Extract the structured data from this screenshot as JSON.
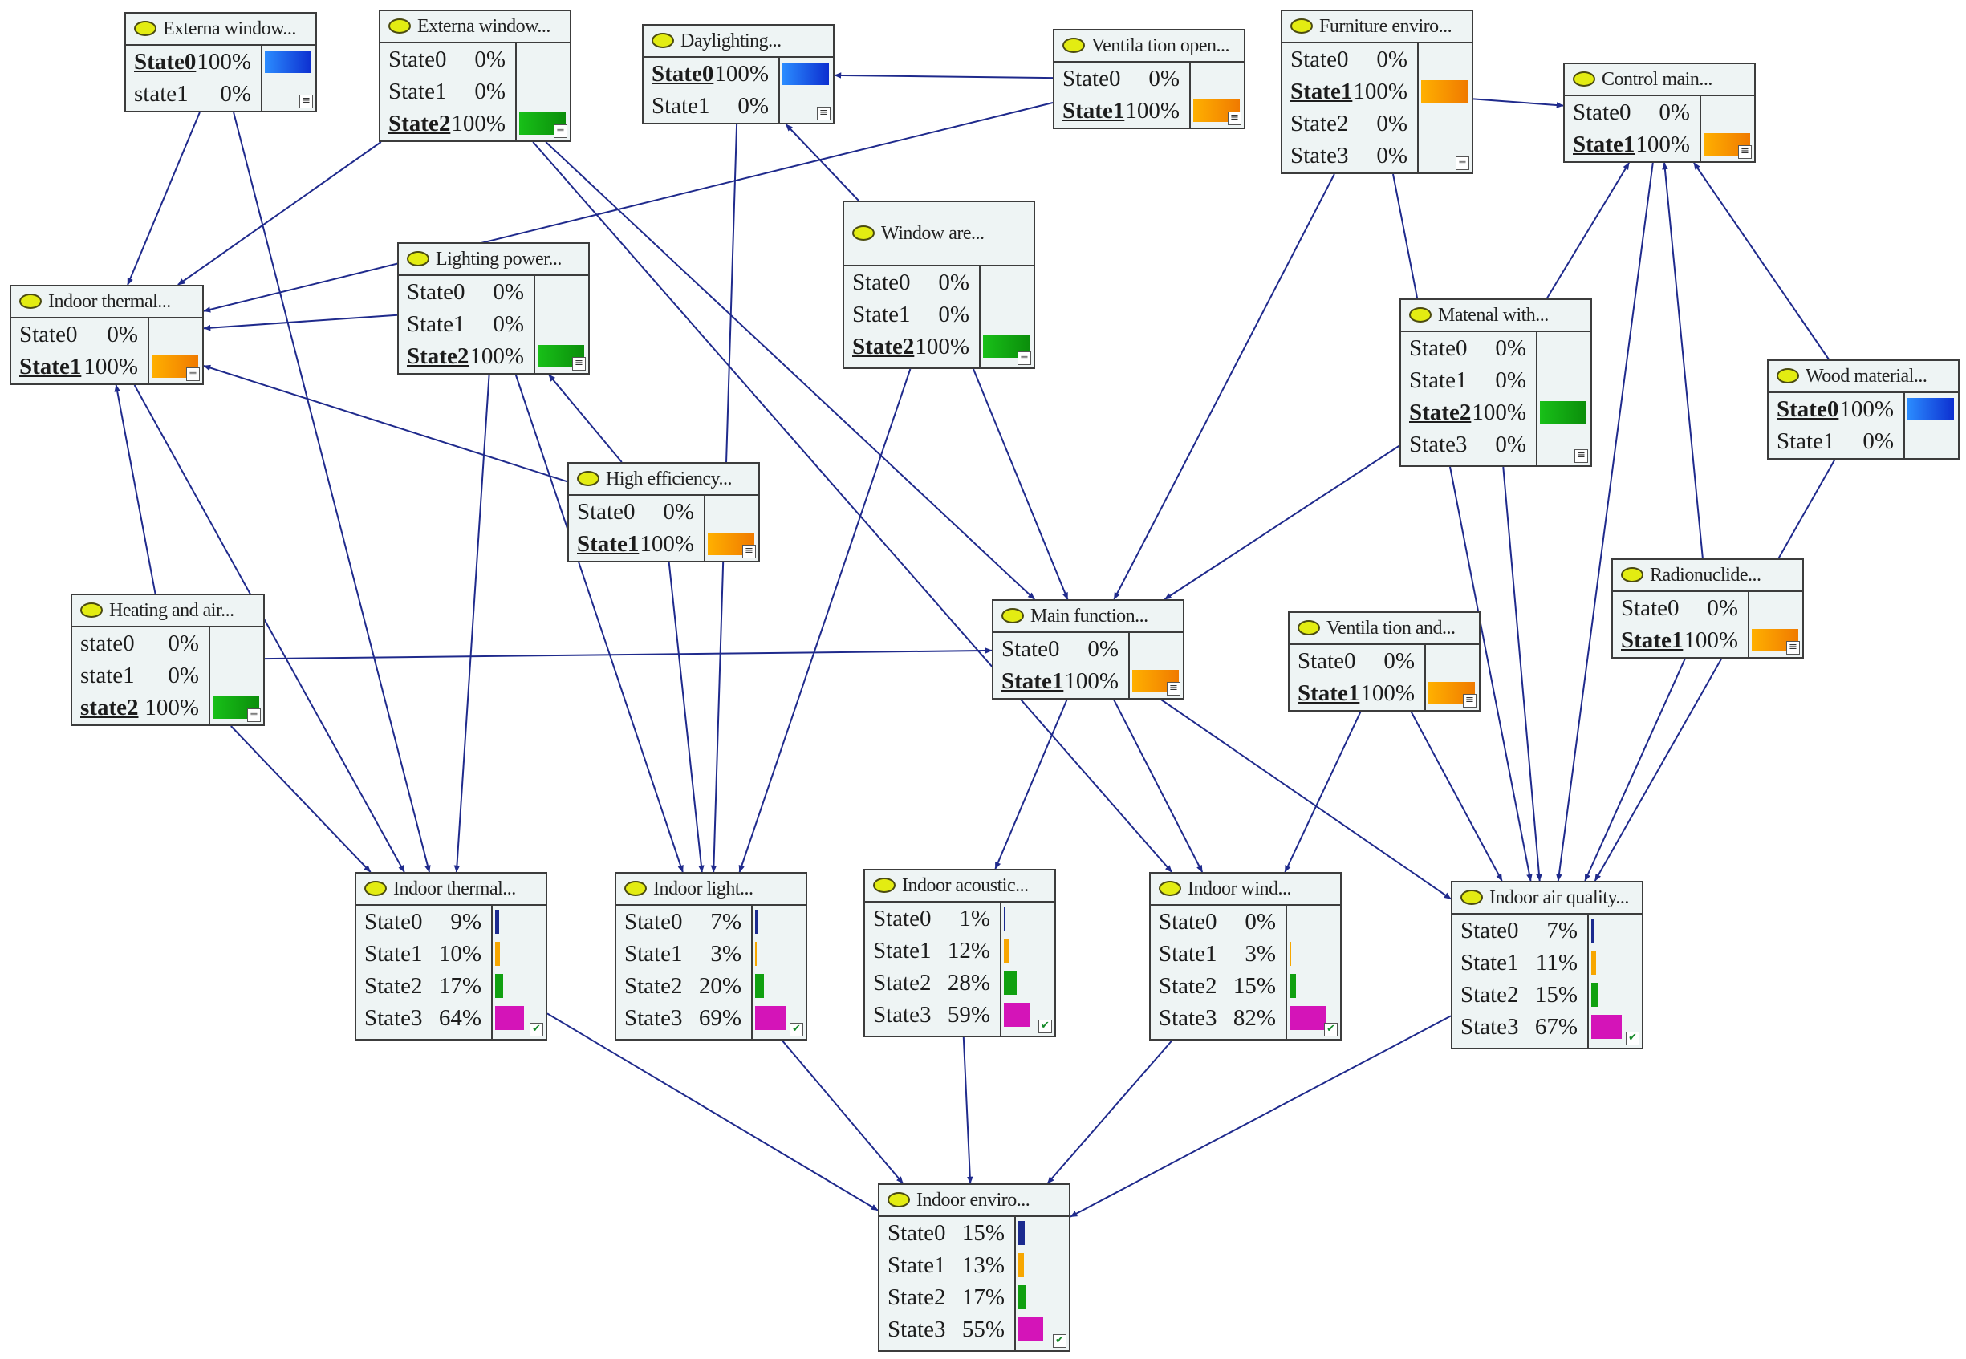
{
  "colors": {
    "edge": "#1f2a8c",
    "node_fill": "#eef4f4",
    "dot": "#e3ec12",
    "state0": "#1b2a8f",
    "state1": "#f7a600",
    "state2": "#10a010",
    "state3": "#d414b8",
    "fill_blue": "#1e6cf0",
    "fill_orange": "#f7a600",
    "fill_green": "#10a010"
  },
  "nodes": [
    {
      "id": "n1",
      "title": "Externa window...",
      "icon": "evidence-icon",
      "states": [
        {
          "label": "State0",
          "pct": "100%",
          "value": 1.0,
          "sel": true
        },
        {
          "label": "state1",
          "pct": "0%",
          "value": 0
        }
      ],
      "evidence_color": "blue"
    },
    {
      "id": "n2",
      "title": "Externa window...",
      "icon": "evidence-icon",
      "states": [
        {
          "label": "State0",
          "pct": "0%",
          "value": 0
        },
        {
          "label": "State1",
          "pct": "0%",
          "value": 0
        },
        {
          "label": "State2",
          "pct": "100%",
          "value": 1.0,
          "sel": true
        }
      ],
      "evidence_color": "green"
    },
    {
      "id": "n3",
      "title": "Daylighting...",
      "icon": "evidence-icon",
      "states": [
        {
          "label": "State0",
          "pct": "100%",
          "value": 1.0,
          "sel": true
        },
        {
          "label": "State1",
          "pct": "0%",
          "value": 0
        }
      ],
      "evidence_color": "blue"
    },
    {
      "id": "n4",
      "title": "Ventila tion open...",
      "icon": "evidence-icon",
      "states": [
        {
          "label": "State0",
          "pct": "0%",
          "value": 0
        },
        {
          "label": "State1",
          "pct": "100%",
          "value": 1.0,
          "sel": true
        }
      ],
      "evidence_color": "orange"
    },
    {
      "id": "n5",
      "title": "Furniture enviro...",
      "icon": "evidence-icon",
      "states": [
        {
          "label": "State0",
          "pct": "0%",
          "value": 0
        },
        {
          "label": "State1",
          "pct": "100%",
          "value": 1.0,
          "sel": true
        },
        {
          "label": "State2",
          "pct": "0%",
          "value": 0
        },
        {
          "label": "State3",
          "pct": "0%",
          "value": 0
        }
      ],
      "evidence_color": "orange"
    },
    {
      "id": "n6",
      "title": "Control main...",
      "icon": "evidence-icon",
      "states": [
        {
          "label": "State0",
          "pct": "0%",
          "value": 0
        },
        {
          "label": "State1",
          "pct": "100%",
          "value": 1.0,
          "sel": true
        }
      ],
      "evidence_color": "orange"
    },
    {
      "id": "n7",
      "title": "Indoor thermal...",
      "icon": "evidence-icon",
      "states": [
        {
          "label": "State0",
          "pct": "0%",
          "value": 0
        },
        {
          "label": "State1",
          "pct": "100%",
          "value": 1.0,
          "sel": true
        }
      ],
      "evidence_color": "orange"
    },
    {
      "id": "n8",
      "title": "Lighting power...",
      "icon": "evidence-icon",
      "states": [
        {
          "label": "State0",
          "pct": "0%",
          "value": 0
        },
        {
          "label": "State1",
          "pct": "0%",
          "value": 0
        },
        {
          "label": "State2",
          "pct": "100%",
          "value": 1.0,
          "sel": true
        }
      ],
      "evidence_color": "green"
    },
    {
      "id": "n9",
      "title": "Window are...",
      "icon": "evidence-icon",
      "states": [
        {
          "label": "State0",
          "pct": "0%",
          "value": 0
        },
        {
          "label": "State1",
          "pct": "0%",
          "value": 0
        },
        {
          "label": "State2",
          "pct": "100%",
          "value": 1.0,
          "sel": true
        }
      ],
      "evidence_color": "green"
    },
    {
      "id": "n10",
      "title": "Matenal with...",
      "icon": "evidence-icon",
      "states": [
        {
          "label": "State0",
          "pct": "0%",
          "value": 0
        },
        {
          "label": "State1",
          "pct": "0%",
          "value": 0
        },
        {
          "label": "State2",
          "pct": "100%",
          "value": 1.0,
          "sel": true
        },
        {
          "label": "State3",
          "pct": "0%",
          "value": 0
        }
      ],
      "evidence_color": "green"
    },
    {
      "id": "n11",
      "title": "Wood material...",
      "icon": "",
      "states": [
        {
          "label": "State0",
          "pct": "100%",
          "value": 1.0,
          "sel": true
        },
        {
          "label": "State1",
          "pct": "0%",
          "value": 0
        }
      ],
      "evidence_color": "blue"
    },
    {
      "id": "n12",
      "title": "High efficiency...",
      "icon": "evidence-icon",
      "states": [
        {
          "label": "State0",
          "pct": "0%",
          "value": 0
        },
        {
          "label": "State1",
          "pct": "100%",
          "value": 1.0,
          "sel": true
        }
      ],
      "evidence_color": "orange"
    },
    {
      "id": "n13",
      "title": "Heating and air...",
      "icon": "evidence-icon",
      "states": [
        {
          "label": "state0",
          "pct": "0%",
          "value": 0
        },
        {
          "label": "state1",
          "pct": "0%",
          "value": 0
        },
        {
          "label": "state2",
          "pct": "100%",
          "value": 1.0,
          "sel": true
        }
      ],
      "evidence_color": "green"
    },
    {
      "id": "n14",
      "title": "Main function...",
      "icon": "evidence-icon",
      "states": [
        {
          "label": "State0",
          "pct": "0%",
          "value": 0
        },
        {
          "label": "State1",
          "pct": "100%",
          "value": 1.0,
          "sel": true
        }
      ],
      "evidence_color": "orange"
    },
    {
      "id": "n15",
      "title": "Ventila tion and...",
      "icon": "evidence-icon",
      "states": [
        {
          "label": "State0",
          "pct": "0%",
          "value": 0
        },
        {
          "label": "State1",
          "pct": "100%",
          "value": 1.0,
          "sel": true
        }
      ],
      "evidence_color": "orange"
    },
    {
      "id": "n16",
      "title": "Radionuclide...",
      "icon": "evidence-icon",
      "states": [
        {
          "label": "State0",
          "pct": "0%",
          "value": 0
        },
        {
          "label": "State1",
          "pct": "100%",
          "value": 1.0,
          "sel": true
        }
      ],
      "evidence_color": "orange"
    },
    {
      "id": "n17",
      "title": "Indoor thermal...",
      "icon": "check-icon",
      "states": [
        {
          "label": "State0",
          "pct": "9%",
          "value": 0.09
        },
        {
          "label": "State1",
          "pct": "10%",
          "value": 0.1
        },
        {
          "label": "State2",
          "pct": "17%",
          "value": 0.17
        },
        {
          "label": "State3",
          "pct": "64%",
          "value": 0.64
        }
      ]
    },
    {
      "id": "n18",
      "title": "Indoor light...",
      "icon": "check-icon",
      "states": [
        {
          "label": "State0",
          "pct": "7%",
          "value": 0.07
        },
        {
          "label": "State1",
          "pct": "3%",
          "value": 0.03
        },
        {
          "label": "State2",
          "pct": "20%",
          "value": 0.2
        },
        {
          "label": "State3",
          "pct": "69%",
          "value": 0.69
        }
      ]
    },
    {
      "id": "n19",
      "title": "Indoor acoustic...",
      "icon": "check-icon",
      "states": [
        {
          "label": "State0",
          "pct": "1%",
          "value": 0.01
        },
        {
          "label": "State1",
          "pct": "12%",
          "value": 0.12
        },
        {
          "label": "State2",
          "pct": "28%",
          "value": 0.28
        },
        {
          "label": "State3",
          "pct": "59%",
          "value": 0.59
        }
      ]
    },
    {
      "id": "n20",
      "title": "Indoor wind...",
      "icon": "check-icon",
      "states": [
        {
          "label": "State0",
          "pct": "0%",
          "value": 0
        },
        {
          "label": "State1",
          "pct": "3%",
          "value": 0.03
        },
        {
          "label": "State2",
          "pct": "15%",
          "value": 0.15
        },
        {
          "label": "State3",
          "pct": "82%",
          "value": 0.82
        }
      ]
    },
    {
      "id": "n21",
      "title": "Indoor air quality...",
      "icon": "check-icon",
      "states": [
        {
          "label": "State0",
          "pct": "7%",
          "value": 0.07
        },
        {
          "label": "State1",
          "pct": "11%",
          "value": 0.11
        },
        {
          "label": "State2",
          "pct": "15%",
          "value": 0.15
        },
        {
          "label": "State3",
          "pct": "67%",
          "value": 0.67
        }
      ]
    },
    {
      "id": "n22",
      "title": "Indoor enviro...",
      "icon": "check-icon",
      "states": [
        {
          "label": "State0",
          "pct": "15%",
          "value": 0.15
        },
        {
          "label": "State1",
          "pct": "13%",
          "value": 0.13
        },
        {
          "label": "State2",
          "pct": "17%",
          "value": 0.17
        },
        {
          "label": "State3",
          "pct": "55%",
          "value": 0.55
        }
      ]
    }
  ],
  "edges": [
    [
      "n4",
      "n3"
    ],
    [
      "n5",
      "n6"
    ],
    [
      "n1",
      "n7"
    ],
    [
      "n2",
      "n7"
    ],
    [
      "n8",
      "n7"
    ],
    [
      "n4",
      "n7"
    ],
    [
      "n12",
      "n7"
    ],
    [
      "n13",
      "n7"
    ],
    [
      "n12",
      "n8"
    ],
    [
      "n9",
      "n3"
    ],
    [
      "n10",
      "n6"
    ],
    [
      "n6",
      "n21"
    ],
    [
      "n11",
      "n6"
    ],
    [
      "n16",
      "n6"
    ],
    [
      "n2",
      "n14"
    ],
    [
      "n9",
      "n14"
    ],
    [
      "n5",
      "n14"
    ],
    [
      "n10",
      "n14"
    ],
    [
      "n13",
      "n14"
    ],
    [
      "n2",
      "n20"
    ],
    [
      "n1",
      "n17"
    ],
    [
      "n7",
      "n17"
    ],
    [
      "n8",
      "n17"
    ],
    [
      "n13",
      "n17"
    ],
    [
      "n8",
      "n18"
    ],
    [
      "n3",
      "n18"
    ],
    [
      "n9",
      "n18"
    ],
    [
      "n12",
      "n18"
    ],
    [
      "n14",
      "n19"
    ],
    [
      "n14",
      "n20"
    ],
    [
      "n15",
      "n20"
    ],
    [
      "n14",
      "n21"
    ],
    [
      "n5",
      "n21"
    ],
    [
      "n10",
      "n21"
    ],
    [
      "n15",
      "n21"
    ],
    [
      "n11",
      "n21"
    ],
    [
      "n16",
      "n21"
    ],
    [
      "n17",
      "n22"
    ],
    [
      "n18",
      "n22"
    ],
    [
      "n19",
      "n22"
    ],
    [
      "n20",
      "n22"
    ],
    [
      "n21",
      "n22"
    ]
  ]
}
